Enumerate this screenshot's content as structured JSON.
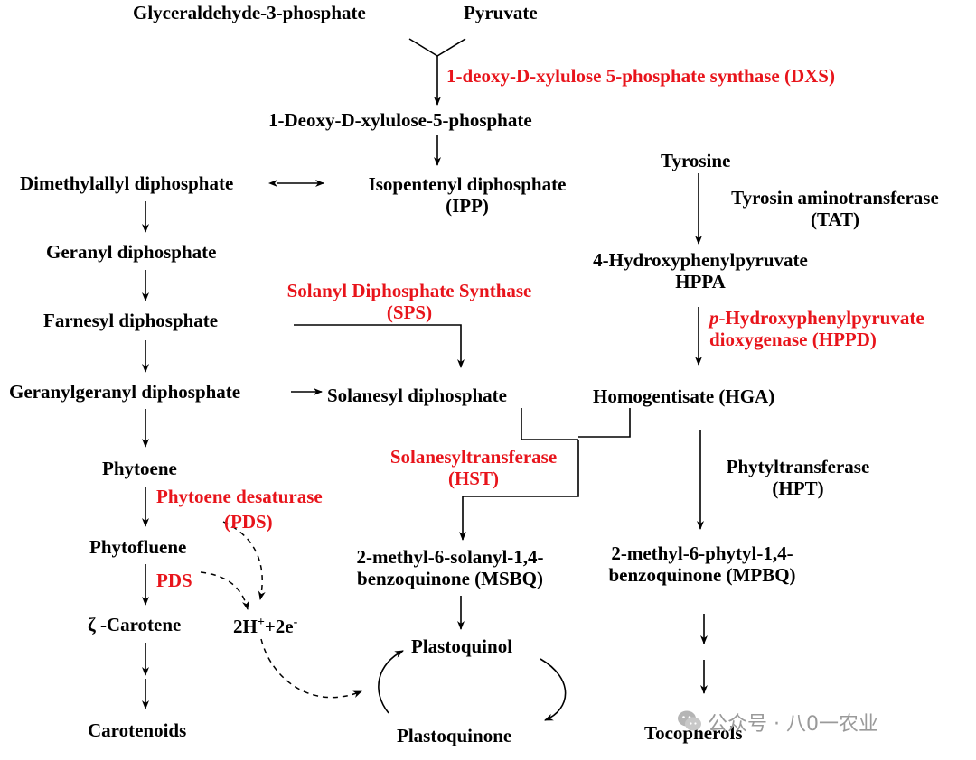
{
  "nodes": {
    "gap": "Glyceraldehyde-3-phosphate",
    "pyruvate": "Pyruvate",
    "dxp": "1-Deoxy-D-xylulose-5-phosphate",
    "dmapp": "Dimethylallyl diphosphate",
    "ipp_line1": "Isopentenyl diphosphate",
    "ipp_line2": "(IPP)",
    "gpp": "Geranyl diphosphate",
    "fpp": "Farnesyl diphosphate",
    "ggpp": "Geranylgeranyl diphosphate",
    "sdp": "Solanesyl diphosphate",
    "phytoene": "Phytoene",
    "phytofluene": "Phytofluene",
    "zeta_symbol": "ζ",
    "zeta_name": "-Carotene",
    "carotenoids": "Carotenoids",
    "h_base": "2H",
    "h_plus": "+",
    "h_mid": "+2e",
    "h_minus": "-",
    "tyrosine": "Tyrosine",
    "hppa_line1": "4-Hydroxyphenylpyruvate",
    "hppa_line2": "HPPA",
    "hga": "Homogentisate (HGA)",
    "msbq_line1": "2-methyl-6-solanyl-1,4-",
    "msbq_line2": "benzoquinone (MSBQ)",
    "mpbq_line1": "2-methyl-6-phytyl-1,4-",
    "mpbq_line2": "benzoquinone (MPBQ)",
    "plastoquinol": "Plastoquinol",
    "plastoquinone": "Plastoquinone",
    "tocopherols": "Tocopherols"
  },
  "enzymes": {
    "dxs": "1-deoxy-D-xylulose 5-phosphate synthase (DXS)",
    "tat_line1": "Tyrosin aminotransferase",
    "tat_line2": "(TAT)",
    "sps_line1": "Solanyl Diphosphate Synthase",
    "sps_line2": "(SPS)",
    "hppd_italic": "p",
    "hppd_line1_rest": "-Hydroxyphenylpyruvate",
    "hppd_line2": "dioxygenase (HPPD)",
    "hst_line1": "Solanesyltransferase",
    "hst_line2": "(HST)",
    "hpt_line1": "Phytyltransferase",
    "hpt_line2": "(HPT)",
    "pds_line1": "Phytoene desaturase",
    "pds_line2": "(PDS)",
    "pds_short": "PDS"
  },
  "watermark": {
    "text": "公众号 · 八0一农业",
    "icon": "wechat-icon"
  },
  "colors": {
    "enzyme_red": "#e8141b",
    "text_black": "#000000",
    "watermark_gray": "#9a9a9a"
  }
}
